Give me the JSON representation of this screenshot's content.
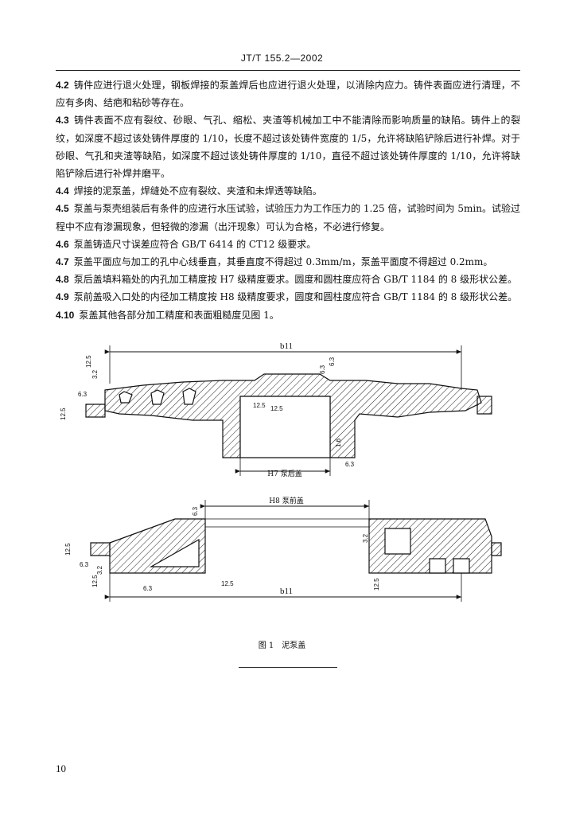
{
  "header": {
    "standard_code": "JT/T 155.2—2002"
  },
  "clauses": [
    {
      "num": "4.2",
      "text": "铸件应进行退火处理，钢板焊接的泵盖焊后也应进行退火处理，以消除内应力。铸件表面应进行清理，不应有多肉、结疤和粘砂等存在。"
    },
    {
      "num": "4.3",
      "text": "铸件表面不应有裂纹、砂眼、气孔、缩松、夹渣等机械加工中不能清除而影响质量的缺陷。铸件上的裂纹，如深度不超过该处铸件厚度的 1/10，长度不超过该处铸件宽度的 1/5，允许将缺陷铲除后进行补焊。对于砂眼、气孔和夹渣等缺陷，如深度不超过该处铸件厚度的 1/10，直径不超过该处铸件厚度的 1/10，允许将缺陷铲除后进行补焊并磨平。"
    },
    {
      "num": "4.4",
      "text": "焊接的泥泵盖，焊缝处不应有裂纹、夹渣和未焊透等缺陷。"
    },
    {
      "num": "4.5",
      "text": "泵盖与泵壳组装后有条件的应进行水压试验，试验压力为工作压力的 1.25 倍，试验时间为 5min。试验过程中不应有渗漏现象，但轻微的渗漏（出汗现象）可认为合格，不必进行修复。"
    },
    {
      "num": "4.6",
      "text": "泵盖铸造尺寸误差应符合 GB/T 6414 的 CT12 级要求。"
    },
    {
      "num": "4.7",
      "text": "泵盖平面应与加工的孔中心线垂直，其垂直度不得超过 0.3mm/m，泵盖平面度不得超过 0.2mm。"
    },
    {
      "num": "4.8",
      "text": "泵后盖填料箱处的内孔加工精度按 H7 级精度要求。圆度和圆柱度应符合 GB/T 1184 的 8 级形状公差。"
    },
    {
      "num": "4.9",
      "text": "泵前盖吸入口处的内径加工精度按 H8 级精度要求，圆度和圆柱度应符合 GB/T 1184 的 8 级形状公差。"
    },
    {
      "num": "4.10",
      "text": "泵盖其他各部分加工精度和表面粗糙度见图 1。"
    }
  ],
  "figure": {
    "top_view": {
      "dim_b11": "b11",
      "h7_label": "H7 泵后盖",
      "roughness": [
        "12.5",
        "3.2",
        "6.3",
        "6.3",
        "6.3",
        "12.5",
        "12.5",
        "12.5",
        "1.6",
        "6.3"
      ]
    },
    "bottom_view": {
      "h8_label": "H8 泵前盖",
      "dim_b11": "b11",
      "roughness": [
        "6.3",
        "3.2",
        "12.5",
        "6.3",
        "3.2",
        "12.5",
        "6.3",
        "12.5",
        "12.5"
      ]
    },
    "caption": "图 1　泥泵盖"
  },
  "page_number": "10"
}
